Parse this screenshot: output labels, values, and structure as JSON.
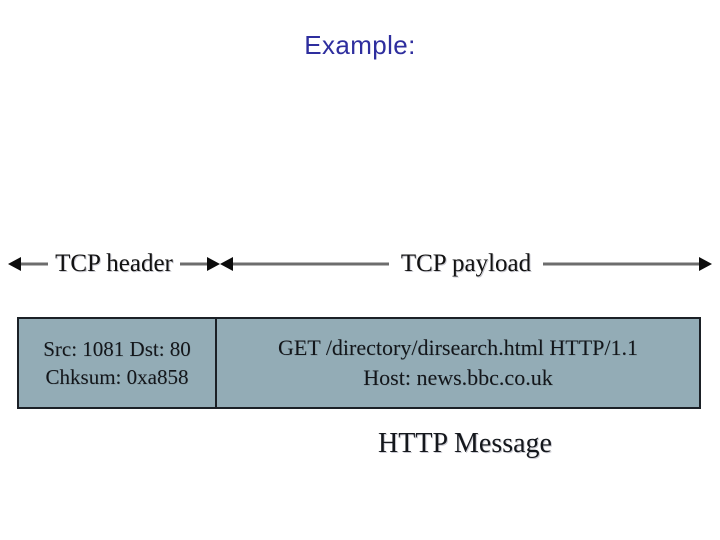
{
  "slide": {
    "title": "Example:",
    "title_color": "#2e2e9e",
    "background_color": "#ffffff"
  },
  "diagram": {
    "fill_color": "#93acb6",
    "border_color": "#1b2026",
    "measurements": [
      {
        "name": "tcp-header",
        "label": "TCP header",
        "arrow_style": "double-headed"
      },
      {
        "name": "tcp-payload",
        "label": "TCP payload",
        "arrow_style": "double-headed"
      }
    ],
    "packet": {
      "header_cell": {
        "line1": "Src: 1081 Dst: 80",
        "line2": "Chksum: 0xa858"
      },
      "payload_cell": {
        "line1": "GET /directory/dirsearch.html HTTP/1.1",
        "line2": "Host: news.bbc.co.uk"
      }
    },
    "caption": "HTTP Message"
  }
}
